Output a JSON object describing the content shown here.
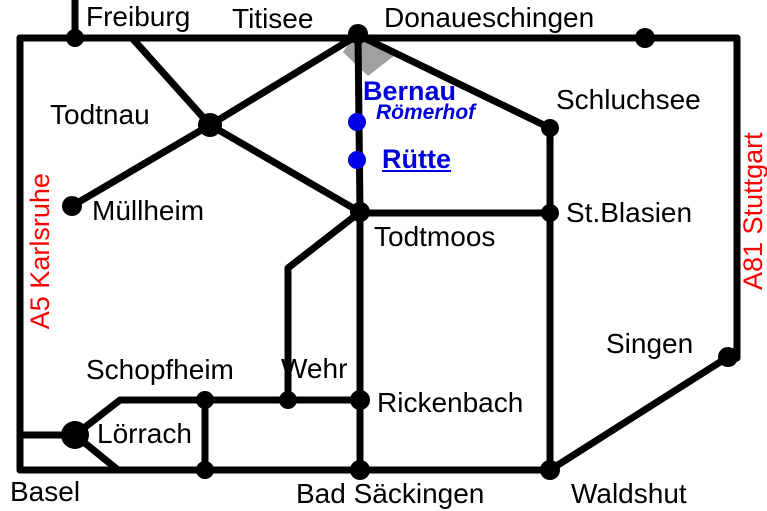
{
  "map": {
    "towns": {
      "freiburg": "Freiburg",
      "titisee": "Titisee",
      "donaueschingen": "Donaueschingen",
      "todtnau": "Todtnau",
      "schluchsee": "Schluchsee",
      "muellheim": "Müllheim",
      "stblasien": "St.Blasien",
      "todtmoos": "Todtmoos",
      "singen": "Singen",
      "schopfheim": "Schopfheim",
      "wehr": "Wehr",
      "rickenbach": "Rickenbach",
      "loerrach": "Lörrach",
      "basel": "Basel",
      "bad_saeckingen": "Bad Säckingen",
      "waldshut": "Waldshut"
    },
    "highlights": {
      "bernau": "Bernau",
      "roemerhof": "Römerhof",
      "ruette": "Rütte"
    },
    "highways": {
      "a5": "A5 Karlsruhe",
      "a81": "A81 Stuttgart"
    },
    "colors": {
      "road": "#000000",
      "town_dot": "#000000",
      "highway_label": "#ff0000",
      "highlight_marker": "#0000e8",
      "highlight_text": "#0000d8",
      "background": "#ffffff",
      "junction_shadow": "#a0a0a0"
    }
  }
}
